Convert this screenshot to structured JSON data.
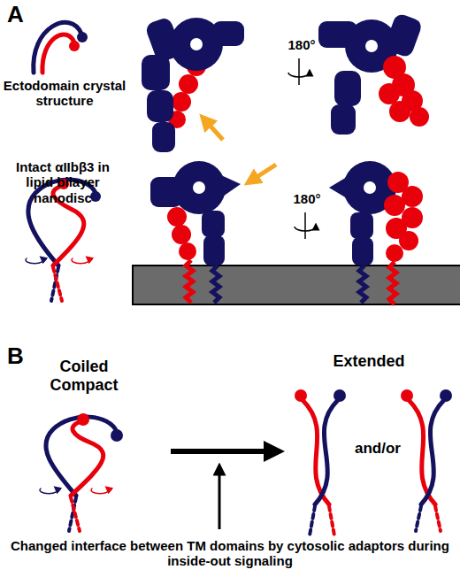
{
  "diagram": {
    "nodes": [
      {
        "text": [
          "Coiled Compact"
        ]
      },
      {
        "text": [
          "Extended"
        ]
      }
    ],
    "edges": [
      {
        "from": 0,
        "to": 1,
        "arrow": "to"
      }
    ],
    "labels": [
      "A",
      "Ectodomain crystal structure",
      "180°",
      "Intact αIIbβ3 in lipid bilayer nanodisc",
      "180°",
      "B",
      "and/or",
      "Changed interface between TM domains by cytosolic adaptors during inside-out signaling"
    ]
  }
}
